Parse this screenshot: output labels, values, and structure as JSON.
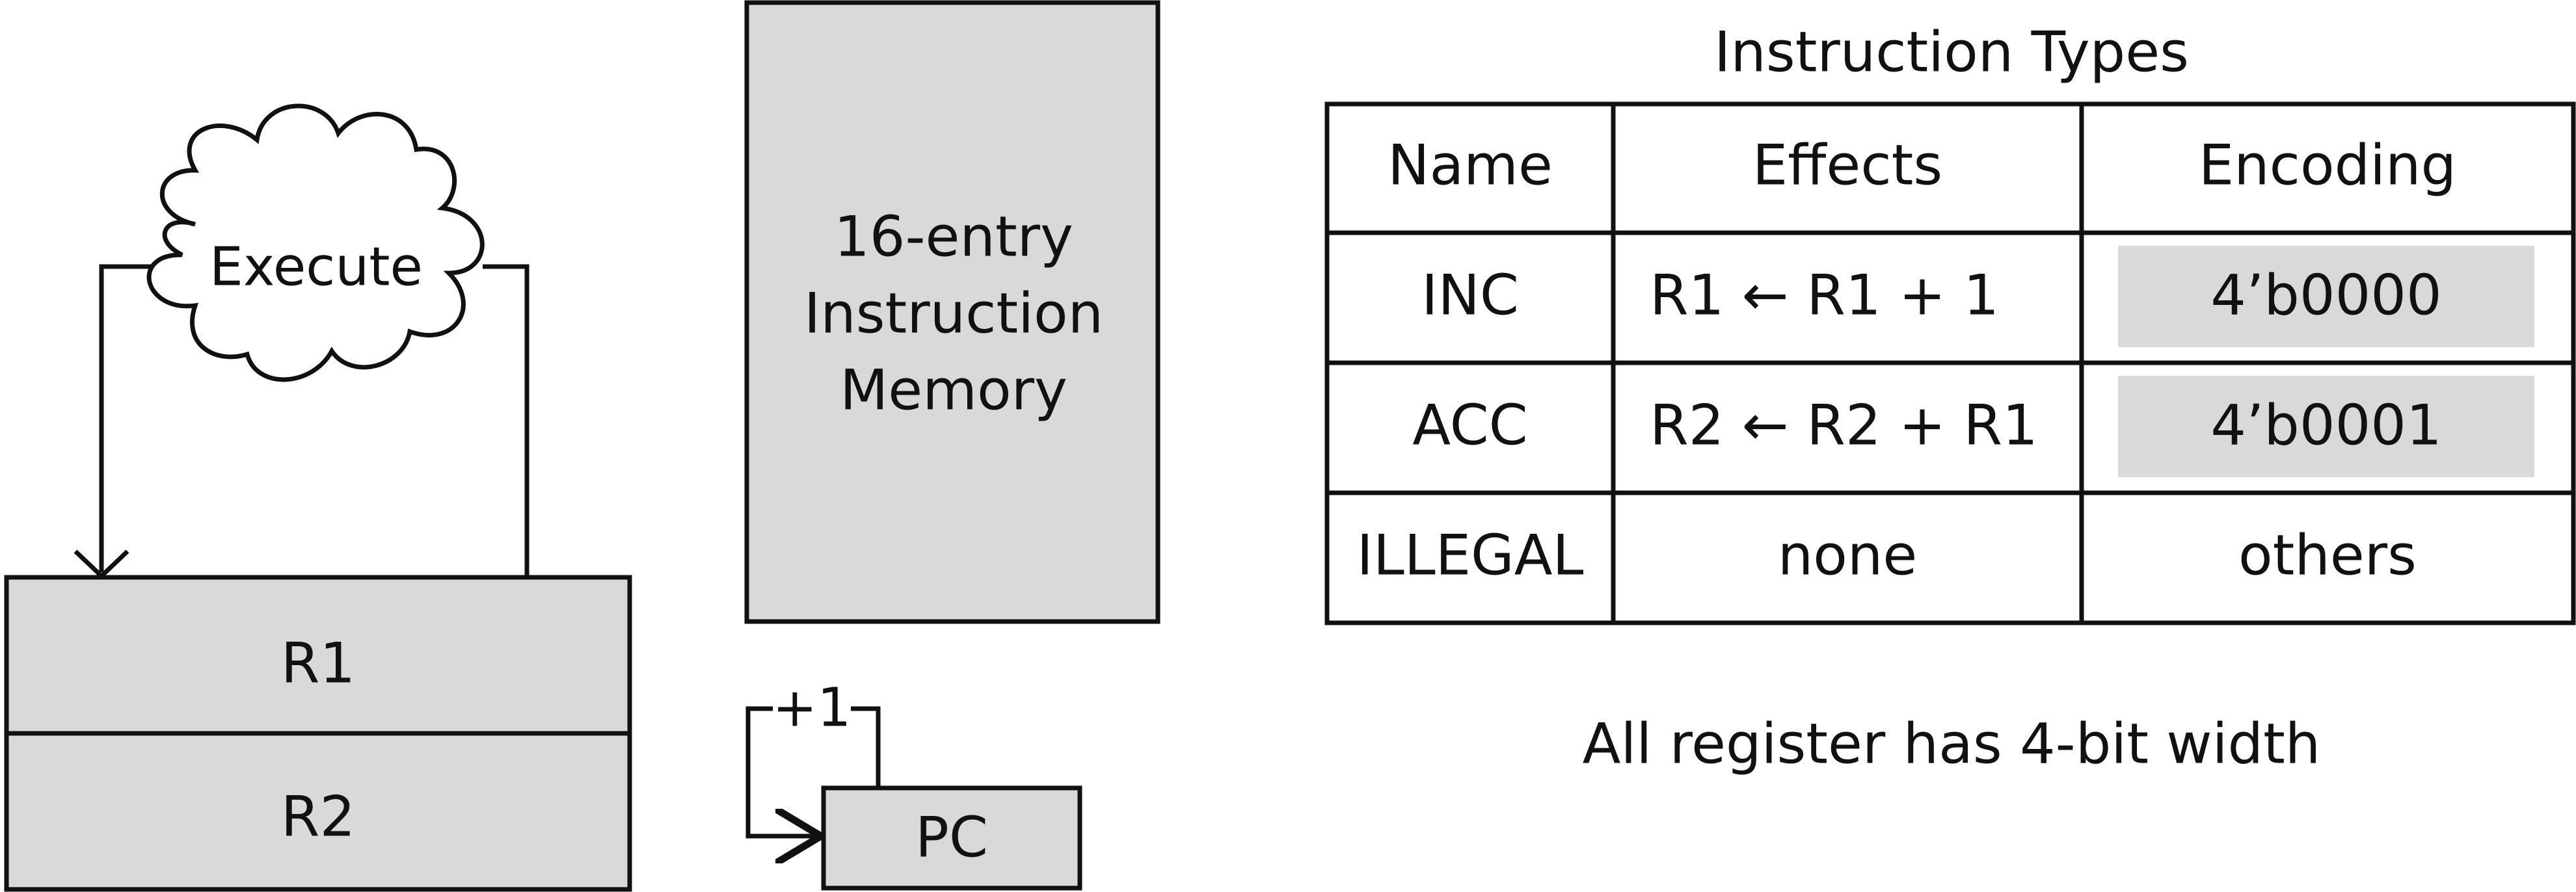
{
  "execute": {
    "label": "Execute"
  },
  "registers": [
    "R1",
    "R2"
  ],
  "memory": {
    "lines": [
      "16-entry",
      "Instruction",
      "Memory"
    ]
  },
  "pc": {
    "label": "PC",
    "increment": "+1"
  },
  "table": {
    "title": "Instruction Types",
    "headers": [
      "Name",
      "Effects",
      "Encoding"
    ],
    "rows": [
      {
        "name": "INC",
        "effect": "R1 ← R1 + 1",
        "encoding": "4’b0000",
        "highlight": true
      },
      {
        "name": "ACC",
        "effect": "R2 ← R2 + R1",
        "encoding": "4’b0001",
        "highlight": true
      },
      {
        "name": "ILLEGAL",
        "effect": "none",
        "encoding": "others",
        "highlight": false
      }
    ]
  },
  "note": "All register has 4-bit width",
  "colors": {
    "fill": "#d9d9d9",
    "stroke": "#111111",
    "background": "#ffffff"
  }
}
